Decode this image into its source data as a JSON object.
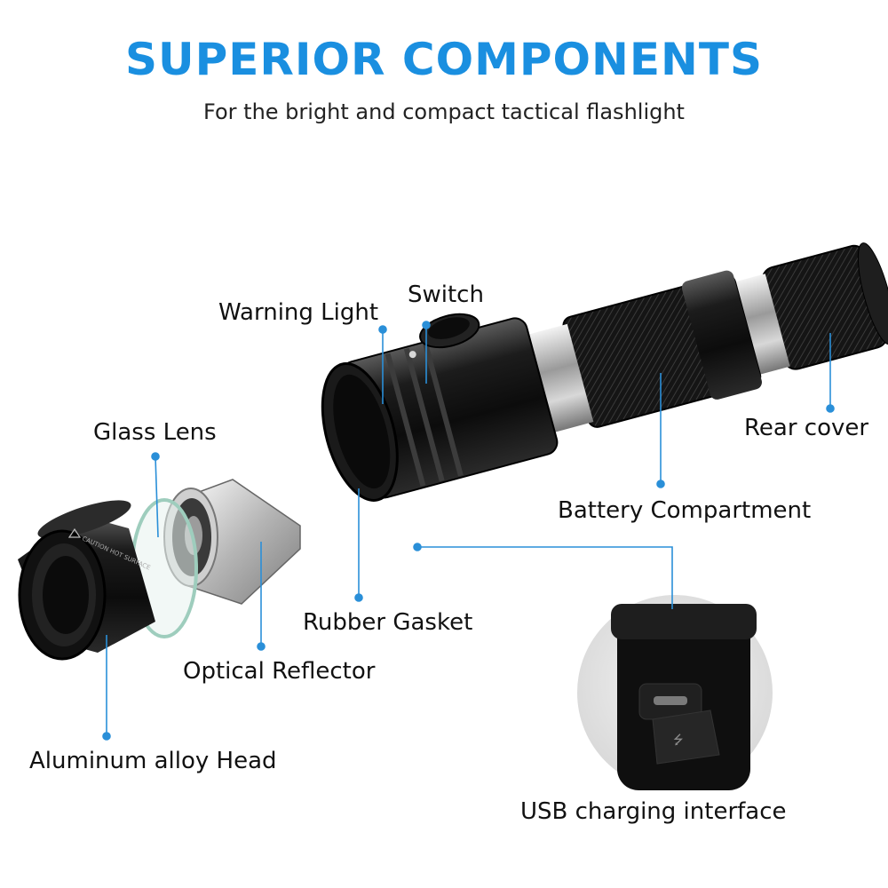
{
  "header": {
    "title": "SUPERIOR COMPONENTS",
    "subtitle": "For the bright and compact tactical flashlight"
  },
  "labels": {
    "warning_light": "Warning Light",
    "switch": "Switch",
    "glass_lens": "Glass Lens",
    "rear_cover": "Rear cover",
    "battery_compartment": "Battery Compartment",
    "rubber_gasket": "Rubber Gasket",
    "optical_reflector": "Optical Reflector",
    "aluminum_head": "Aluminum alloy Head",
    "usb_interface": "USB charging interface"
  },
  "head_engraving": "CAUTION HOT SURFACE",
  "colors": {
    "accent": "#1a8fe0",
    "leader": "#2a8fd8"
  }
}
